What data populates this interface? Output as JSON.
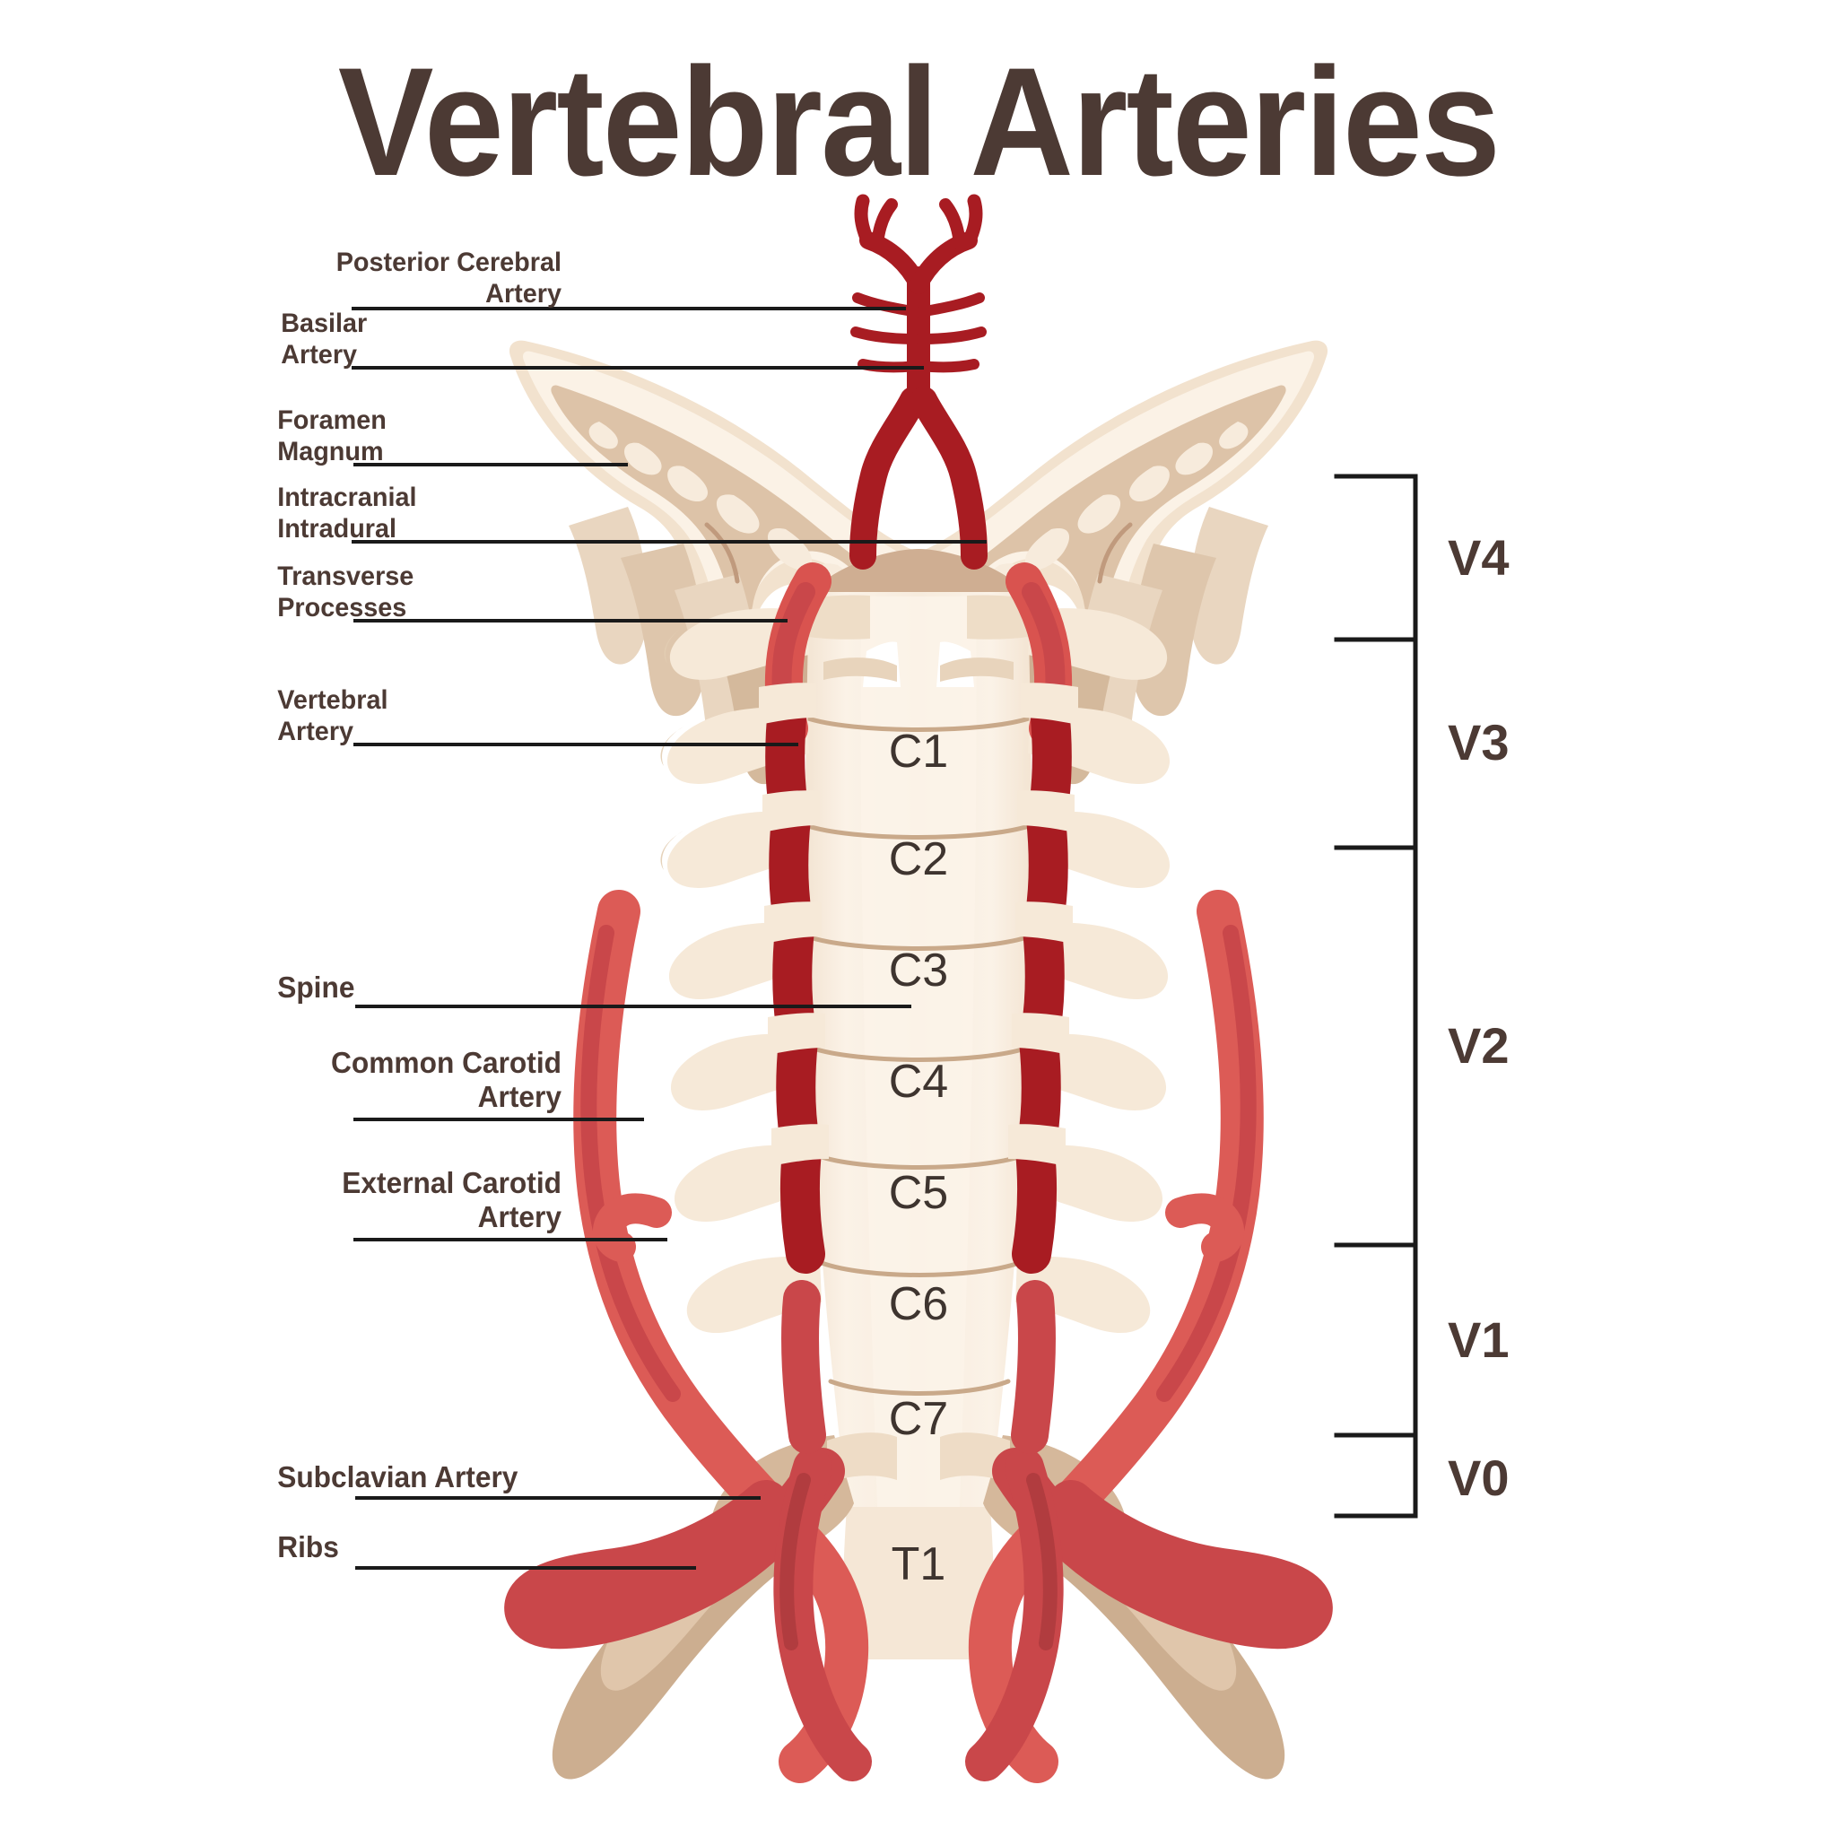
{
  "title": "Vertebral Arteries",
  "colors": {
    "title_text": "#4C3A34",
    "label_text": "#4C3A34",
    "leader_line": "#1A1A1A",
    "bracket_line": "#1A1A1A",
    "artery_dark_red": "#A81C22",
    "artery_mid_red": "#C0282C",
    "artery_light_red": "#DC5B56",
    "artery_shade_red": "#C9474A",
    "bone_light": "#FAF0E4",
    "bone_cream": "#F4E6D6",
    "bone_tan": "#E2CDB6",
    "bone_mid_tan": "#D2B89E",
    "bone_dark_tan": "#C3A287",
    "background": "#FFFFFF"
  },
  "callouts": [
    {
      "id": "posterior-cerebral-artery",
      "text": "Posterior Cerebral\nArtery",
      "size": "sz-s"
    },
    {
      "id": "basilar-artery",
      "text": "Basilar\nArtery",
      "size": "sz-s"
    },
    {
      "id": "foramen-magnum",
      "text": "Foramen\nMagnum",
      "size": "sz-s"
    },
    {
      "id": "intracranial-intradural",
      "text": "Intracranial\nIntradural",
      "size": "sz-s"
    },
    {
      "id": "transverse-processes",
      "text": "Transverse\nProcesses",
      "size": "sz-s"
    },
    {
      "id": "vertebral-artery",
      "text": "Vertebral\nArtery",
      "size": "sz-s"
    },
    {
      "id": "spine",
      "text": "Spine",
      "size": "sz-m"
    },
    {
      "id": "common-carotid-artery",
      "text": "Common Carotid\nArtery",
      "size": "sz-m"
    },
    {
      "id": "external-carotid-artery",
      "text": "External Carotid\nArtery",
      "size": "sz-m"
    },
    {
      "id": "subclavian-artery",
      "text": "Subclavian Artery",
      "size": "sz-m"
    },
    {
      "id": "ribs",
      "text": "Ribs",
      "size": "sz-m"
    }
  ],
  "segments": [
    {
      "id": "v4",
      "label": "V4"
    },
    {
      "id": "v3",
      "label": "V3"
    },
    {
      "id": "v2",
      "label": "V2"
    },
    {
      "id": "v1",
      "label": "V1"
    },
    {
      "id": "v0",
      "label": "V0"
    }
  ],
  "vertebrae": [
    {
      "id": "c1",
      "label": "C1"
    },
    {
      "id": "c2",
      "label": "C2"
    },
    {
      "id": "c3",
      "label": "C3"
    },
    {
      "id": "c4",
      "label": "C4"
    },
    {
      "id": "c5",
      "label": "C5"
    },
    {
      "id": "c6",
      "label": "C6"
    },
    {
      "id": "c7",
      "label": "C7"
    },
    {
      "id": "t1",
      "label": "T1"
    }
  ]
}
